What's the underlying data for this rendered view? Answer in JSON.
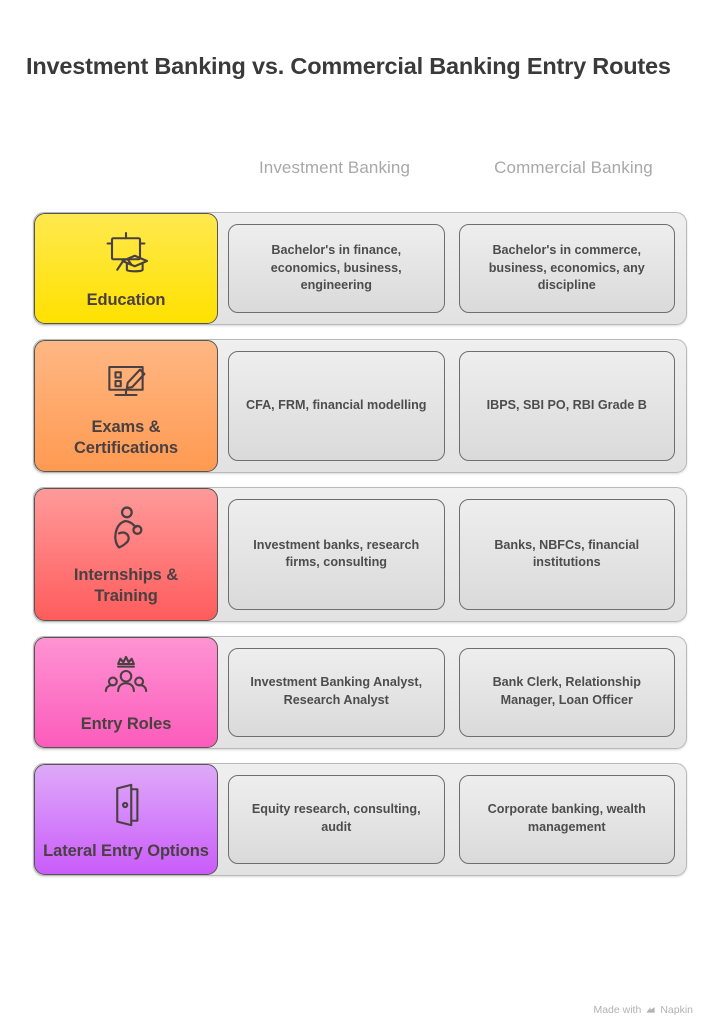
{
  "title": "Investment Banking vs. Commercial Banking Entry Routes",
  "columns": [
    {
      "label": "Investment Banking"
    },
    {
      "label": "Commercial Banking"
    }
  ],
  "rows": [
    {
      "label": "Education",
      "icon": "presentation-board-graduation-cap-icon",
      "color": "#ffe100",
      "theme": "theme-yellow",
      "cells": [
        "Bachelor's in finance, economics, business, engineering",
        "Bachelor's in commerce, business, economics, any discipline"
      ]
    },
    {
      "label": "Exams & Certifications",
      "icon": "monitor-checklist-pencil-icon",
      "color": "#ff9a52",
      "theme": "theme-orange",
      "cells": [
        "CFA, FRM, financial modelling",
        "IBPS, SBI PO, RBI Grade B"
      ]
    },
    {
      "label": "Internships & Training",
      "icon": "running-person-icon",
      "color": "#ff5c5c",
      "theme": "theme-red",
      "cells": [
        "Investment banks, research firms, consulting",
        "Banks, NBFCs, financial institutions"
      ]
    },
    {
      "label": "Entry Roles",
      "icon": "crown-team-people-icon",
      "color": "#fb5cbb",
      "theme": "theme-pink",
      "cells": [
        "Investment Banking Analyst, Research Analyst",
        "Bank Clerk, Relationship Manager, Loan Officer"
      ]
    },
    {
      "label": "Lateral Entry Options",
      "icon": "open-door-icon",
      "color": "#ca5cfa",
      "theme": "theme-purple",
      "cells": [
        "Equity research, consulting, audit",
        "Corporate banking, wealth management"
      ]
    }
  ],
  "watermark": {
    "text": "Made with",
    "brand": "Napkin",
    "icon": "napkin-logo-icon"
  }
}
